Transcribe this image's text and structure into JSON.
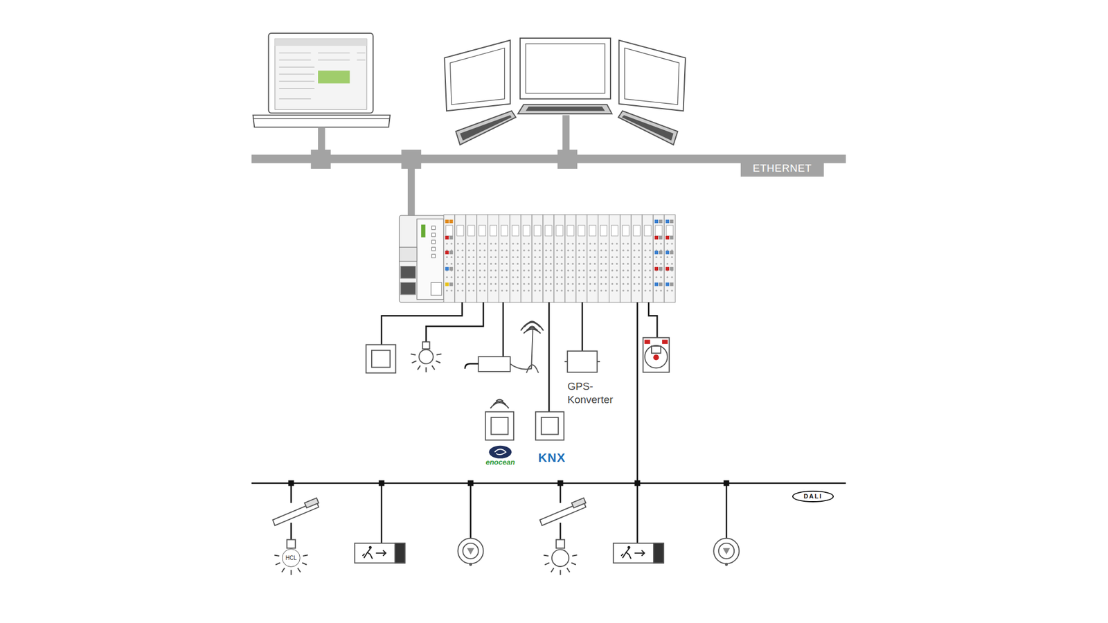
{
  "diagram": {
    "nodes": [
      {
        "text": [
          "ETHERNET"
        ]
      },
      {
        "text": [
          "GPS- Konverter"
        ]
      },
      {
        "text": [
          "DALI"
        ]
      },
      {
        "text": [
          "HCL"
        ]
      }
    ],
    "labels": [
      "enocean",
      "KNX"
    ]
  }
}
